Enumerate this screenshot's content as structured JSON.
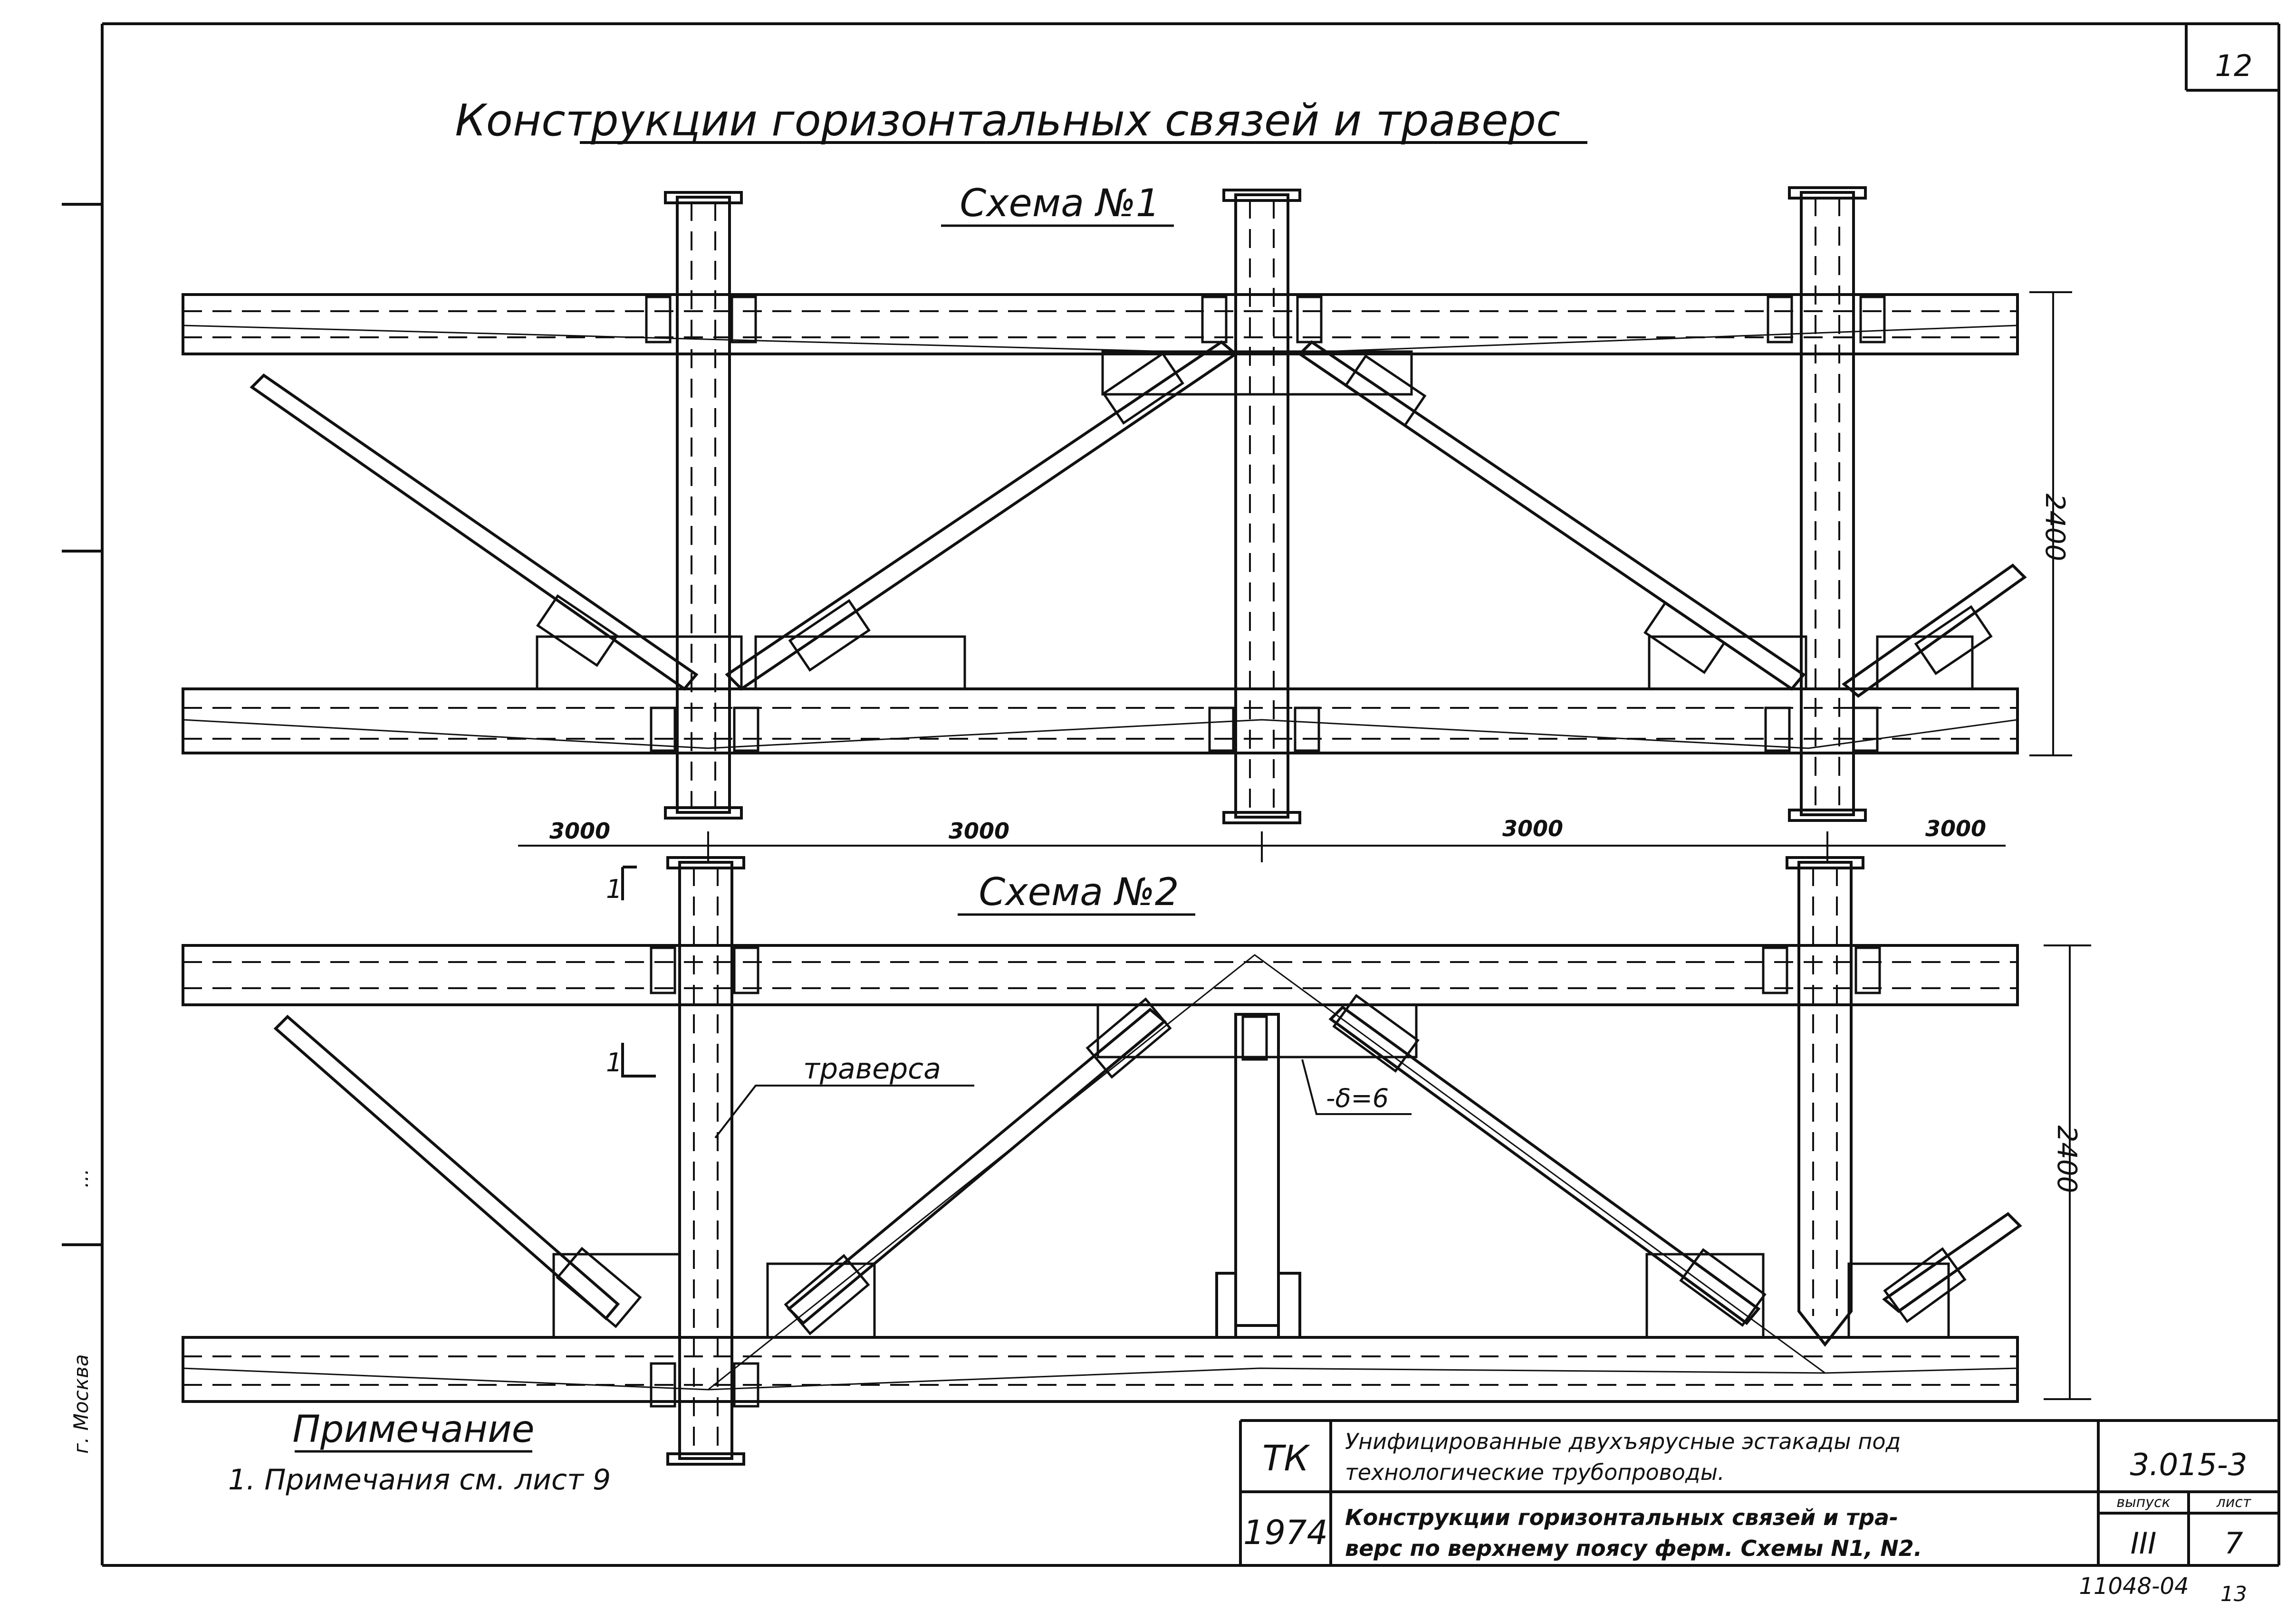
{
  "sheet": {
    "corner_number": "12",
    "title": "Конструкции горизонтальных связей и траверс",
    "scheme1_label": "Схема №1",
    "scheme2_label": "Схема №2",
    "dim_height_1": "2400",
    "dim_height_2": "2400",
    "spans": [
      "3000",
      "3000",
      "3000",
      "3000"
    ],
    "section_mark": "1",
    "callout_traverse": "траверса",
    "callout_thickness": "-δ=6",
    "side_left_label": "г. Москва",
    "side_left_fragment": "..."
  },
  "note": {
    "heading": "Примечание",
    "line1": "1. Примечания см. лист 9"
  },
  "title_block": {
    "org": "ТК",
    "year": "1974",
    "project_line1": "Унифицированные двухъярусные эстакады под",
    "project_line2": "технологические трубопроводы.",
    "sheet_line1": "Конструкции горизонтальных связей и тра-",
    "sheet_line2": "верс по верхнему поясу ферм. Схемы N1, N2.",
    "code": "3.015-3",
    "issue_label": "выпуск",
    "issue_value": "III",
    "sheet_label": "лист",
    "sheet_value": "7"
  },
  "footer": {
    "number": "11048-04",
    "page": "13"
  }
}
